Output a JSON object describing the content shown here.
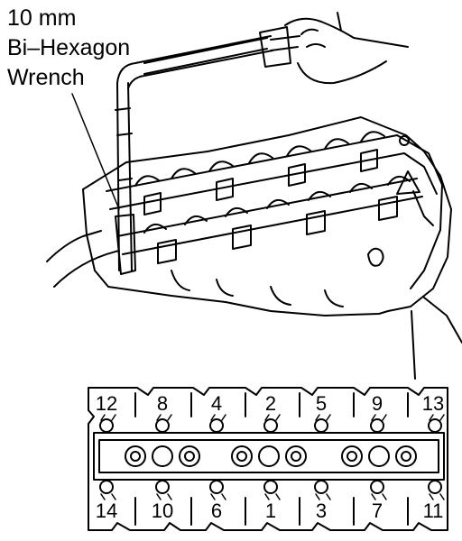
{
  "callout": {
    "line1": "10 mm",
    "line2": "Bi–Hexagon",
    "line3": "Wrench"
  },
  "bolts": {
    "top_row": [
      "12",
      "8",
      "4",
      "2",
      "5",
      "9",
      "13"
    ],
    "bottom_row": [
      "14",
      "10",
      "6",
      "1",
      "3",
      "7",
      "11"
    ]
  },
  "colors": {
    "line": "#000000",
    "background": "#ffffff"
  }
}
